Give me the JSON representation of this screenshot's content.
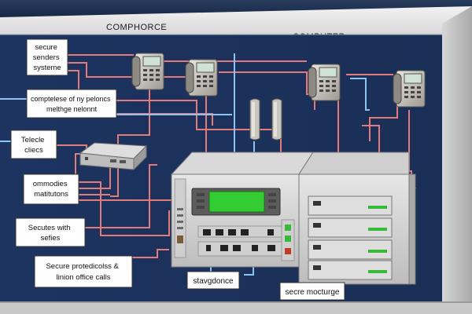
{
  "header": {
    "left": "COMPHORCE",
    "right": "COMPUTER"
  },
  "labels": [
    {
      "id": "secure-systems",
      "lines": [
        "secure",
        "senders",
        "systeme"
      ]
    },
    {
      "id": "telephone-network",
      "lines": [
        "comptelese of ny peloncs",
        "melthge nelonnt"
      ]
    },
    {
      "id": "telecom-clines",
      "lines": [
        "Telecle",
        "cliecs"
      ]
    },
    {
      "id": "ommunities",
      "lines": [
        "ommodies",
        "matitutons"
      ]
    },
    {
      "id": "secures-with-safes",
      "lines": [
        "Secutes with",
        "sefies"
      ]
    },
    {
      "id": "secure-protocols",
      "lines": [
        "Secure protedicolss &",
        "linion office calls"
      ]
    },
    {
      "id": "stavgdonce",
      "lines": [
        "stavgdonce"
      ]
    },
    {
      "id": "secure-mocturge",
      "lines": [
        "secre mocturge"
      ]
    }
  ],
  "colors": {
    "background": "#1b2f58",
    "wire_red": "#e47a7a",
    "wire_blue": "#8cc4f2",
    "lcd": "#33cc33"
  }
}
